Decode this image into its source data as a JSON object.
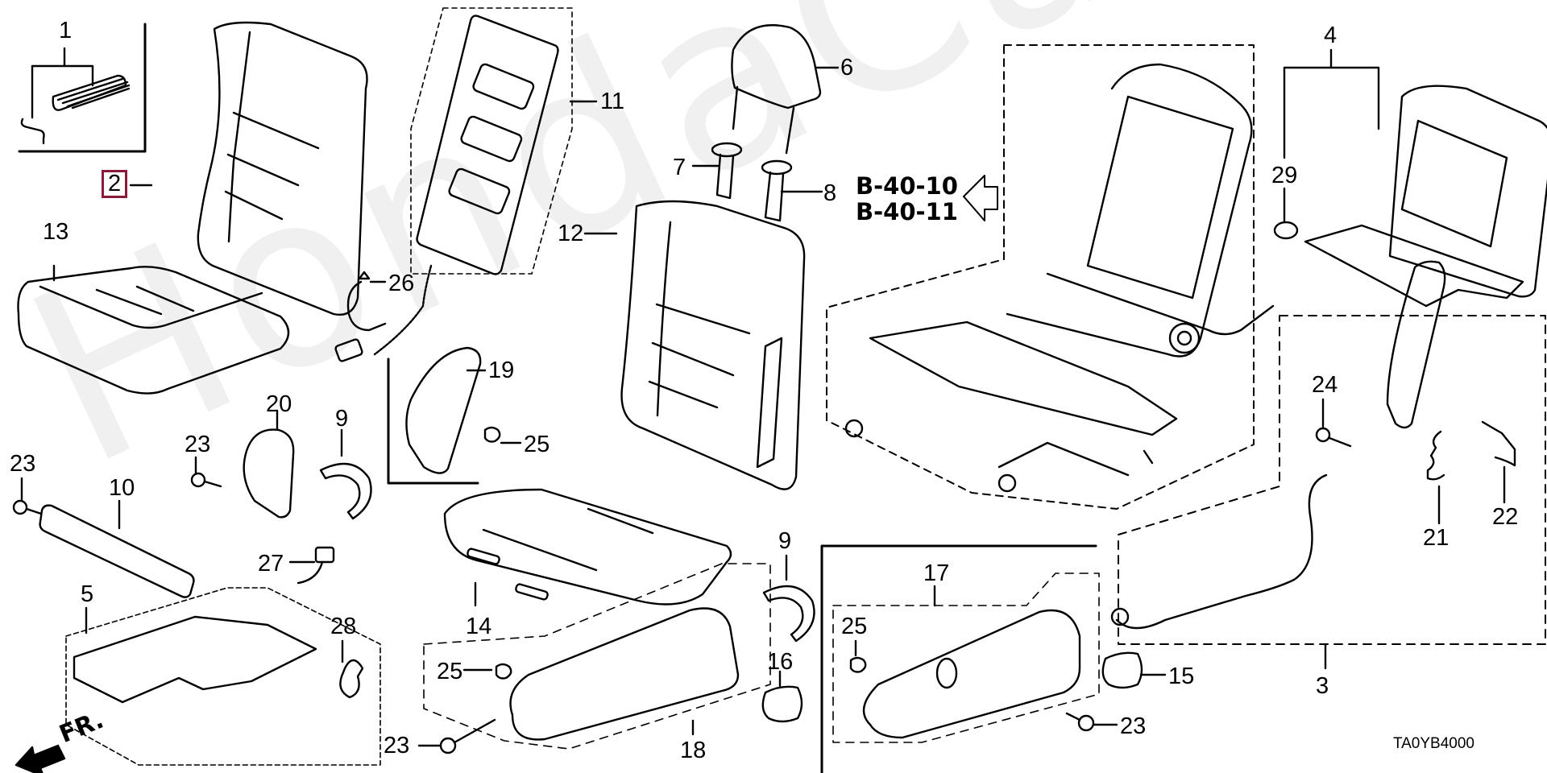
{
  "diagram": {
    "title": "Front seat parts diagram",
    "watermark": "HondaCarMore.ru",
    "diagram_code": "TA0YB4000",
    "front_indicator": "FR.",
    "reference_links": [
      "B-40-10",
      "B-40-11"
    ],
    "highlighted_part": "2",
    "part_labels": [
      {
        "id": "1",
        "text": "1"
      },
      {
        "id": "2",
        "text": "2"
      },
      {
        "id": "3",
        "text": "3"
      },
      {
        "id": "4",
        "text": "4"
      },
      {
        "id": "5",
        "text": "5"
      },
      {
        "id": "6",
        "text": "6"
      },
      {
        "id": "7",
        "text": "7"
      },
      {
        "id": "8",
        "text": "8"
      },
      {
        "id": "9a",
        "text": "9"
      },
      {
        "id": "9b",
        "text": "9"
      },
      {
        "id": "10",
        "text": "10"
      },
      {
        "id": "11",
        "text": "11"
      },
      {
        "id": "12",
        "text": "12"
      },
      {
        "id": "13",
        "text": "13"
      },
      {
        "id": "14",
        "text": "14"
      },
      {
        "id": "15",
        "text": "15"
      },
      {
        "id": "16",
        "text": "16"
      },
      {
        "id": "17",
        "text": "17"
      },
      {
        "id": "18",
        "text": "18"
      },
      {
        "id": "19",
        "text": "19"
      },
      {
        "id": "20",
        "text": "20"
      },
      {
        "id": "21",
        "text": "21"
      },
      {
        "id": "22",
        "text": "22"
      },
      {
        "id": "23a",
        "text": "23"
      },
      {
        "id": "23b",
        "text": "23"
      },
      {
        "id": "23c",
        "text": "23"
      },
      {
        "id": "23d",
        "text": "23"
      },
      {
        "id": "24",
        "text": "24"
      },
      {
        "id": "25a",
        "text": "25"
      },
      {
        "id": "25b",
        "text": "25"
      },
      {
        "id": "25c",
        "text": "25"
      },
      {
        "id": "26",
        "text": "26"
      },
      {
        "id": "27",
        "text": "27"
      },
      {
        "id": "28",
        "text": "28"
      },
      {
        "id": "29",
        "text": "29"
      }
    ]
  }
}
